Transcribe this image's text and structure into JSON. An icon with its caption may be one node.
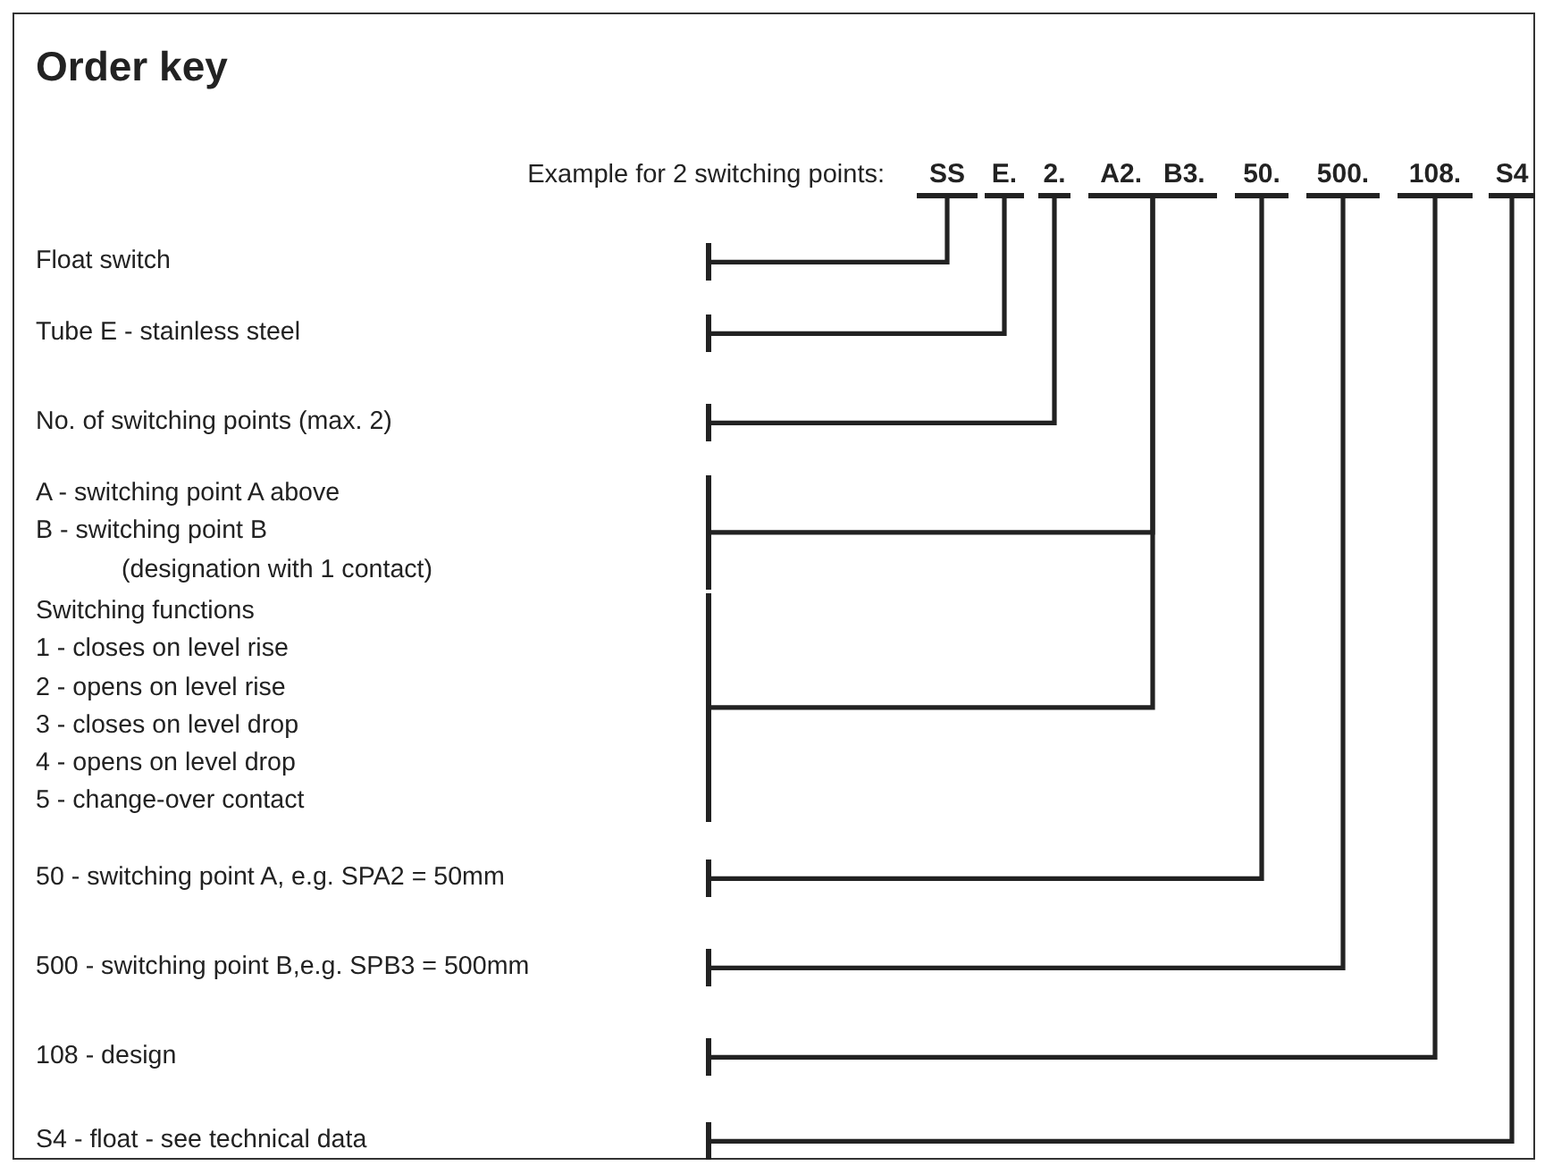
{
  "diagram": {
    "title": "Order key",
    "nodes": [
      {
        "text": [
          "SS"
        ]
      },
      {
        "text": [
          "E."
        ]
      },
      {
        "text": [
          "2."
        ]
      },
      {
        "text": [
          "A2.",
          "B3."
        ]
      },
      {
        "text": [
          "50."
        ]
      },
      {
        "text": [
          "500."
        ]
      },
      {
        "text": [
          "108."
        ]
      },
      {
        "text": [
          "S4"
        ]
      },
      {
        "text": [
          "Float switch"
        ]
      },
      {
        "text": [
          "Tube E - stainless steel"
        ]
      },
      {
        "text": [
          "No. of switching points (max. 2)"
        ]
      },
      {
        "text": [
          "A - switching point A above",
          "B - switching point B",
          "(designation with 1 contact)"
        ]
      },
      {
        "text": [
          "Switching functions",
          "1 - closes on level rise",
          "2 - opens on level rise",
          "3 - closes on level drop",
          "4 - opens on level drop",
          "5 - change-over contact"
        ]
      },
      {
        "text": [
          "50 - switching point A, e.g. SPA2 = 50mm"
        ]
      },
      {
        "text": [
          "500 - switching point B,e.g. SPB3 = 500mm"
        ]
      },
      {
        "text": [
          "108 - design"
        ]
      },
      {
        "text": [
          "S4 - float - see technical data"
        ]
      }
    ],
    "edges": [
      {
        "from": 8,
        "to": 0,
        "arrow": "none"
      },
      {
        "from": 9,
        "to": 1,
        "arrow": "none"
      },
      {
        "from": 10,
        "to": 2,
        "arrow": "none"
      },
      {
        "from": 11,
        "to": 3,
        "arrow": "none"
      },
      {
        "from": 12,
        "to": 3,
        "arrow": "none"
      },
      {
        "from": 13,
        "to": 4,
        "arrow": "none"
      },
      {
        "from": 14,
        "to": 5,
        "arrow": "none"
      },
      {
        "from": 15,
        "to": 6,
        "arrow": "none"
      },
      {
        "from": 16,
        "to": 7,
        "arrow": "none"
      }
    ],
    "labels": [
      "Example for 2 switching points:"
    ]
  }
}
